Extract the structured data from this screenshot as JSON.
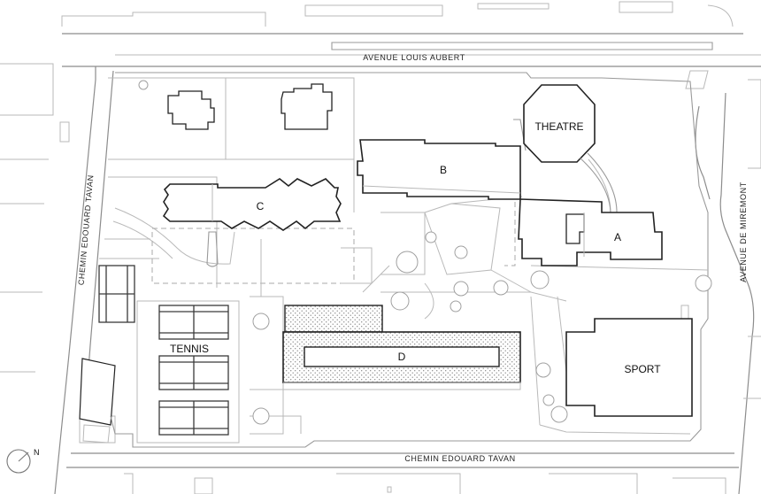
{
  "streets": {
    "north": "AVENUE LOUIS AUBERT",
    "south": "CHEMIN EDOUARD TAVAN",
    "west": "CHEMIN EDOUARD TAVAN",
    "east": "AVENUE DE MIREMONT"
  },
  "buildings": {
    "theatre": "THEATRE",
    "a": "A",
    "b": "B",
    "c": "C",
    "d": "D",
    "sport": "SPORT"
  },
  "areas": {
    "tennis": "TENNIS"
  },
  "north_arrow": {
    "letter": "N"
  },
  "colors": {
    "building_outline": "#222222",
    "site_lines": "#b9b9b9",
    "hatch": "#8a8a8a"
  }
}
